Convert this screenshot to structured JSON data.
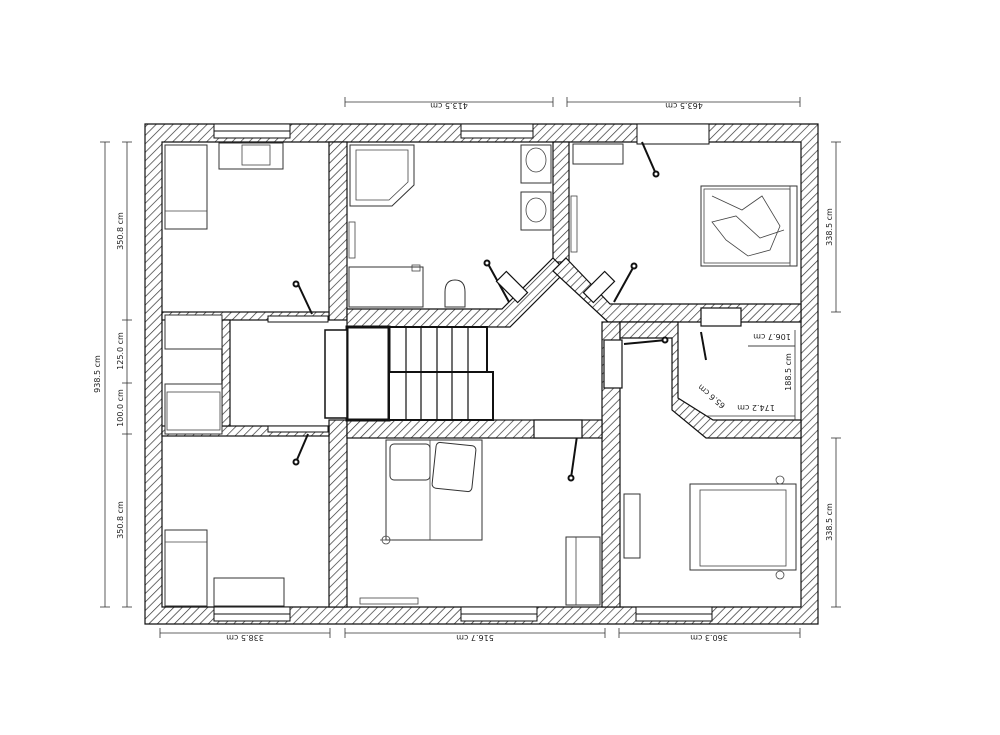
{
  "plan": {
    "dimensions": {
      "top_left": "413.5 cm",
      "top_right": "463.5 cm",
      "bottom_left": "338.5 cm",
      "bottom_mid": "516.7 cm",
      "bottom_right": "360.3 cm",
      "left_total": "938.5 cm",
      "left_upper": "350.8 cm",
      "left_mid1": "125.0 cm",
      "left_mid2": "100.0 cm",
      "left_lower": "350.8 cm",
      "right_upper": "338.5 cm",
      "right_lower": "338.5 cm",
      "closet_top": "106.7 cm",
      "closet_height": "188.5 cm",
      "closet_width": "174.2 cm",
      "closet_diag": "65.6 cm"
    }
  }
}
